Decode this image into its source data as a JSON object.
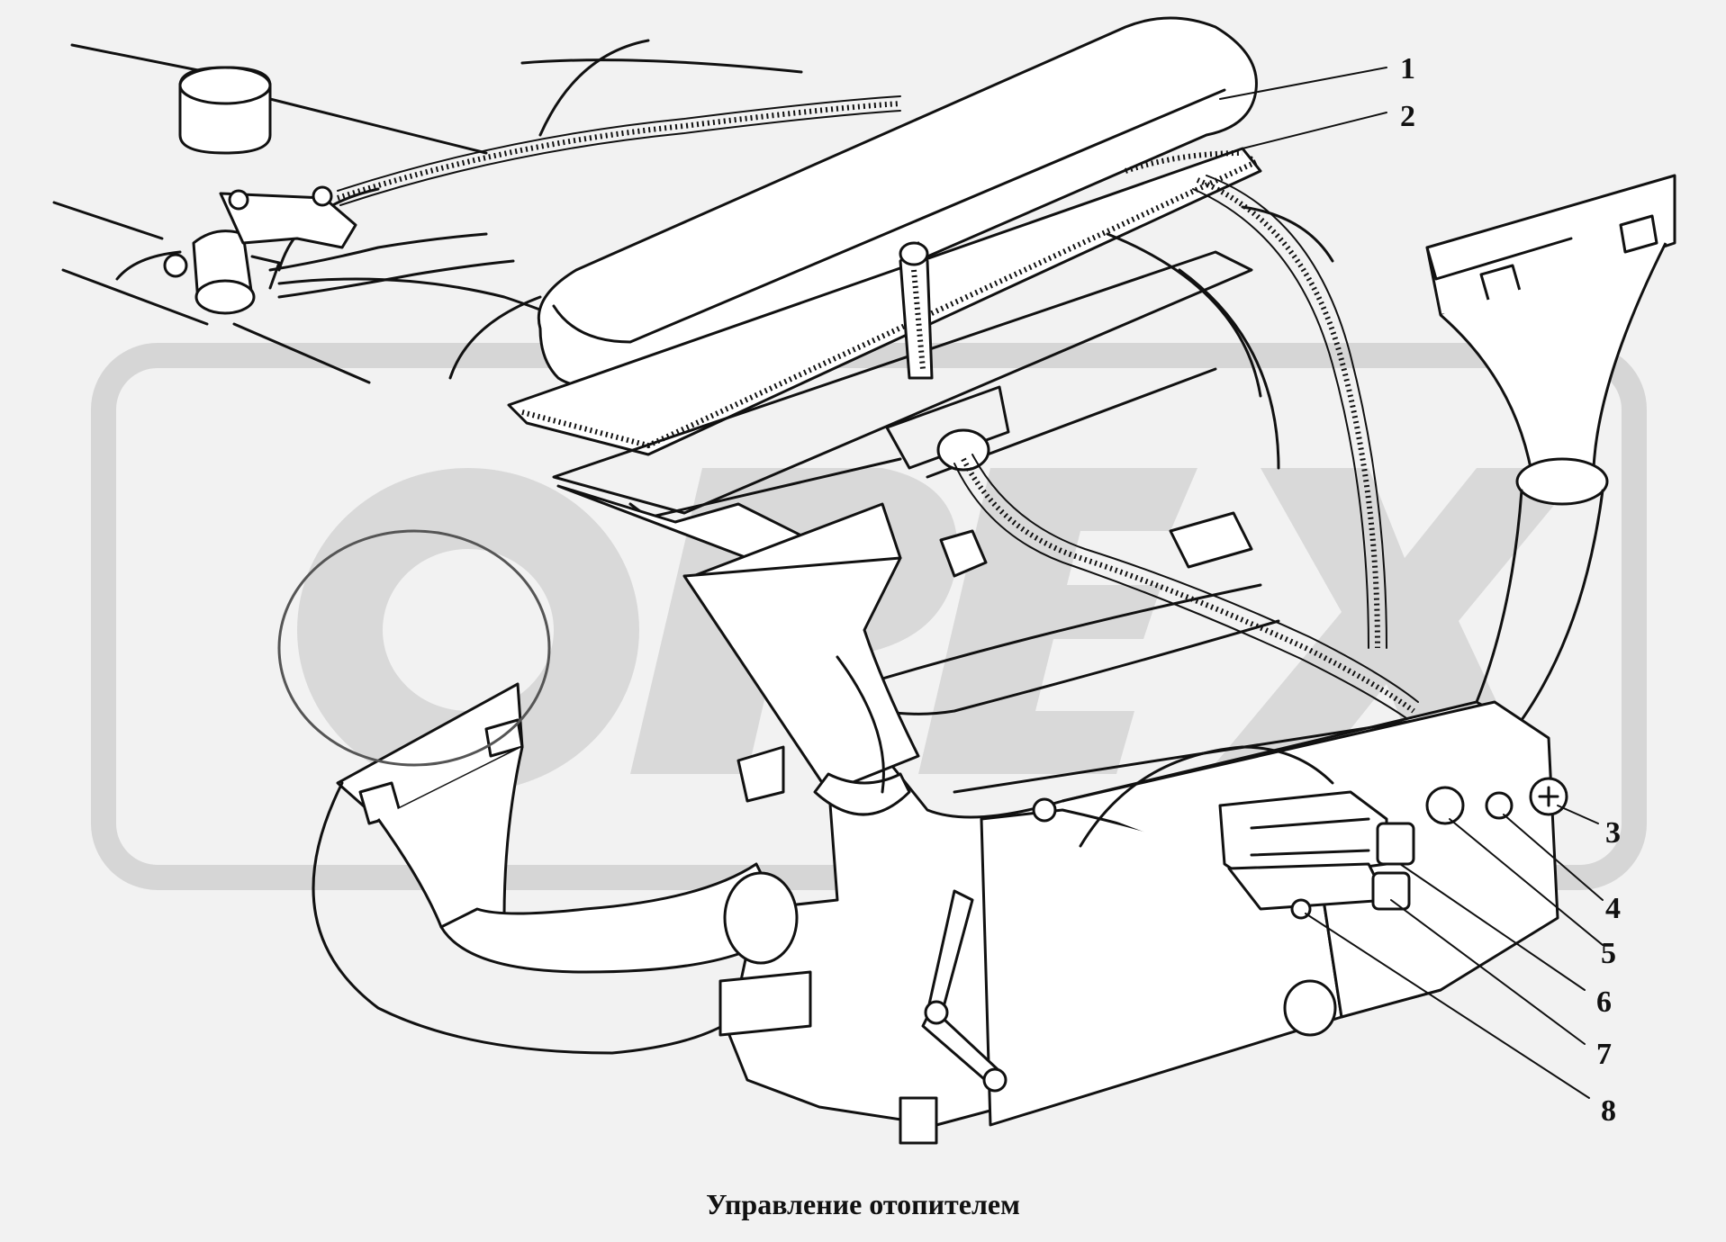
{
  "caption": "Управление отопителем",
  "callouts": [
    {
      "label": "1"
    },
    {
      "label": "2"
    },
    {
      "label": "3"
    },
    {
      "label": "4"
    },
    {
      "label": "5"
    },
    {
      "label": "6"
    },
    {
      "label": "7"
    },
    {
      "label": "8"
    }
  ],
  "colors": {
    "background": "#f2f2f2",
    "line": "#111111",
    "watermark": "#d9d9d9"
  },
  "watermark_logo": "OPEX"
}
